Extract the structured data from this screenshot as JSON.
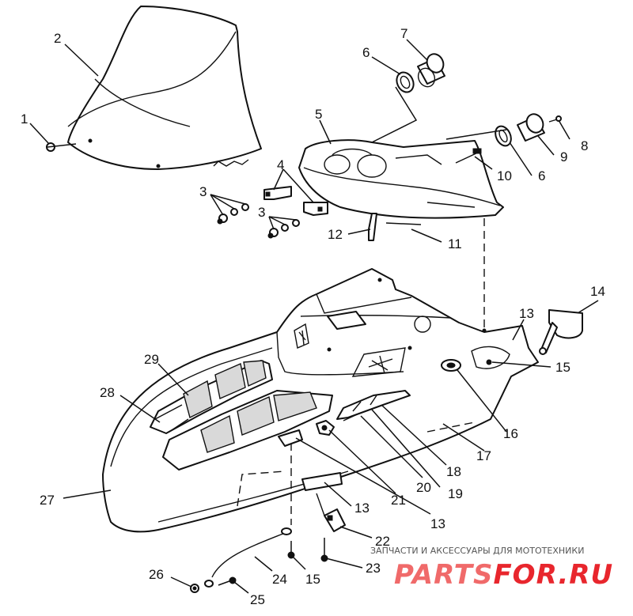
{
  "callouts": [
    {
      "id": "c1",
      "label": "1"
    },
    {
      "id": "c2",
      "label": "2"
    },
    {
      "id": "c3a",
      "label": "3"
    },
    {
      "id": "c3b",
      "label": "3"
    },
    {
      "id": "c4",
      "label": "4"
    },
    {
      "id": "c5",
      "label": "5"
    },
    {
      "id": "c6a",
      "label": "6"
    },
    {
      "id": "c6b",
      "label": "6"
    },
    {
      "id": "c7",
      "label": "7"
    },
    {
      "id": "c8",
      "label": "8"
    },
    {
      "id": "c9",
      "label": "9"
    },
    {
      "id": "c10",
      "label": "10"
    },
    {
      "id": "c11",
      "label": "11"
    },
    {
      "id": "c12",
      "label": "12"
    },
    {
      "id": "c13a",
      "label": "13"
    },
    {
      "id": "c13b",
      "label": "13"
    },
    {
      "id": "c13c",
      "label": "13"
    },
    {
      "id": "c14",
      "label": "14"
    },
    {
      "id": "c15a",
      "label": "15"
    },
    {
      "id": "c15b",
      "label": "15"
    },
    {
      "id": "c16",
      "label": "16"
    },
    {
      "id": "c17",
      "label": "17"
    },
    {
      "id": "c18",
      "label": "18"
    },
    {
      "id": "c19",
      "label": "19"
    },
    {
      "id": "c20",
      "label": "20"
    },
    {
      "id": "c21",
      "label": "21"
    },
    {
      "id": "c22",
      "label": "22"
    },
    {
      "id": "c23",
      "label": "23"
    },
    {
      "id": "c24",
      "label": "24"
    },
    {
      "id": "c25",
      "label": "25"
    },
    {
      "id": "c26",
      "label": "26"
    },
    {
      "id": "c27",
      "label": "27"
    },
    {
      "id": "c28",
      "label": "28"
    },
    {
      "id": "c29",
      "label": "29"
    }
  ],
  "watermark": {
    "tagline": "ЗАПЧАСТИ И АКСЕССУАРЫ ДЛЯ МОТОТЕХНИКИ",
    "brand_part1": "PARTS",
    "brand_part2": "FOR.RU",
    "brand_color": "#e8262d",
    "brand_color_light": "#f06a6a"
  }
}
